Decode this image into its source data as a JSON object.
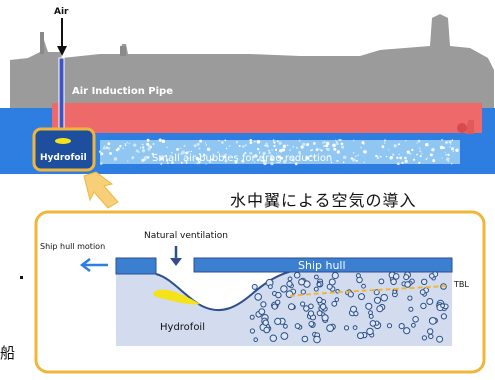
{
  "top": {
    "air_label": "Air",
    "pipe_label": "Air Induction Pipe",
    "hydrofoil_label": "Hydrofoil",
    "bubbles_label": "Small air bubbles for drag reduction"
  },
  "caption": "水中翼による空気の導入",
  "detail": {
    "ship_hull_motion_label": "Ship hull motion",
    "natural_ventilation_label": "Natural ventilation",
    "ship_hull_label": "Ship hull",
    "tbl_label": "TBL",
    "hydrofoil_label": "Hydrofoil"
  },
  "edge_text": "船",
  "colors": {
    "ship_gray": "#9a9a9a",
    "water_blue": "#2d7ee0",
    "hull_red": "#ee6a6a",
    "highlight_gold": "#f0b63c",
    "hydrofoil_yellow": "#f4e21a",
    "bubble_blue": "#2a4f8a",
    "hull_bar_blue": "#3a7fd0",
    "water_light": "#d3dcef"
  }
}
